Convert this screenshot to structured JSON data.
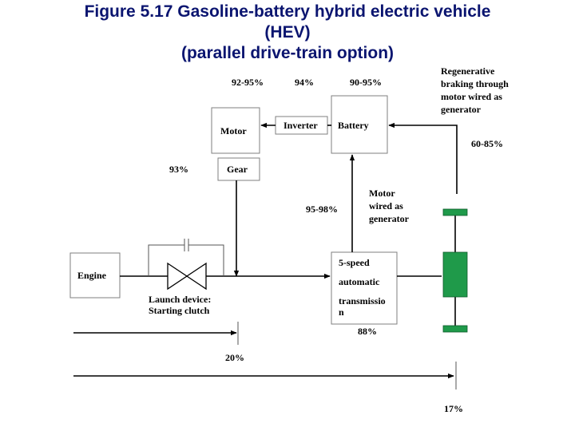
{
  "title": {
    "line1": "Figure 5.17 Gasoline-battery hybrid electric vehicle",
    "line2": "(HEV)",
    "line3": "(parallel drive-train option)"
  },
  "boxes": {
    "motor": "Motor",
    "inverter": "Inverter",
    "battery": "Battery",
    "gear": "Gear",
    "engine": "Engine",
    "transmission": [
      "5-speed",
      "automatic",
      "transmissio",
      "n"
    ]
  },
  "labels": {
    "motor_eff": "92-95%",
    "inverter_eff": "94%",
    "battery_eff": "90-95%",
    "gear_eff": "93%",
    "regen": [
      "Regenerative",
      "braking through",
      "motor wired as",
      "generator"
    ],
    "regen_eff": "60-85%",
    "generator": [
      "Motor",
      "wired as",
      "generator"
    ],
    "generator_eff": "95-98%",
    "launch": [
      "Launch device:",
      "Starting clutch"
    ],
    "trans_eff": "88%",
    "overall_1": "20%",
    "overall_2": "17%"
  },
  "colors": {
    "title": "#0b1570",
    "wheel": "#1f9a4a"
  }
}
